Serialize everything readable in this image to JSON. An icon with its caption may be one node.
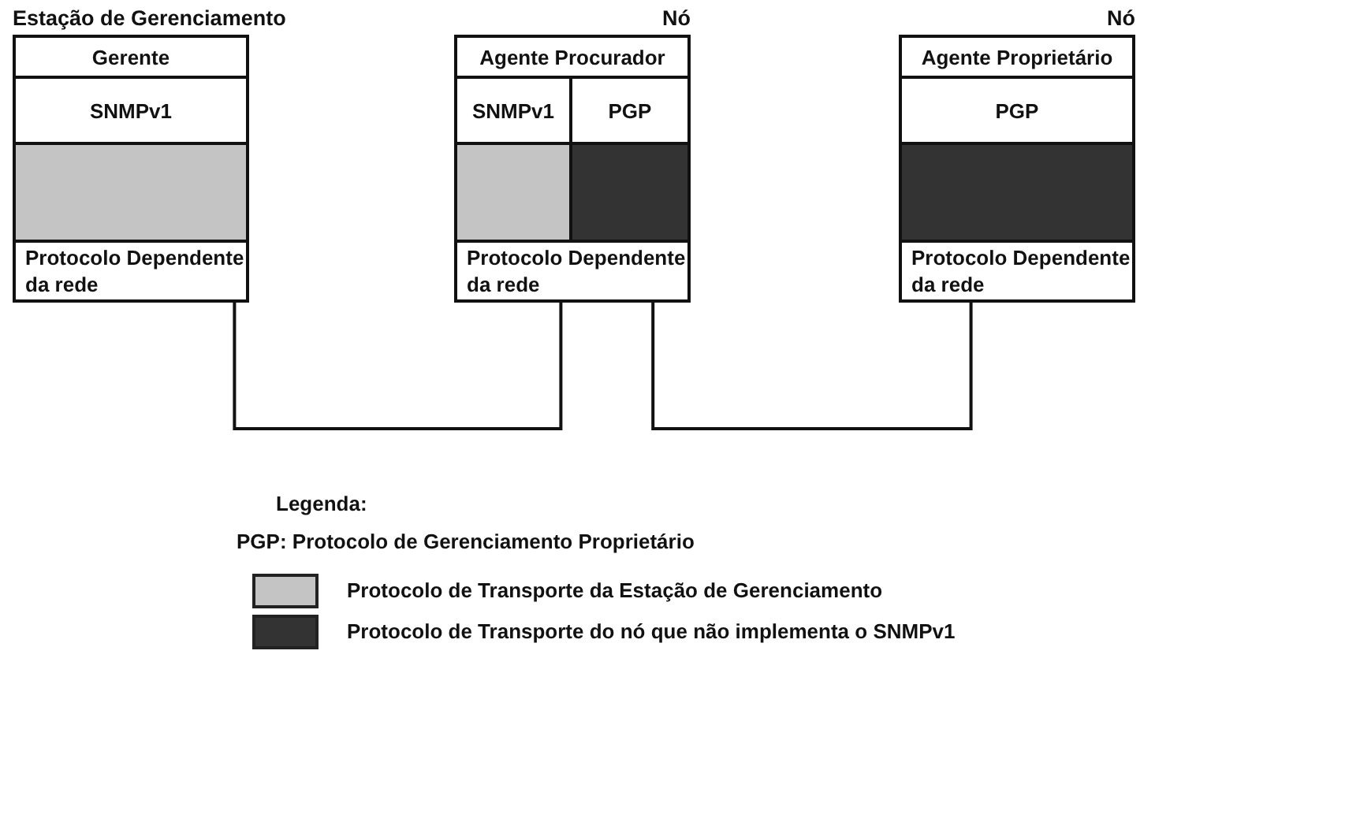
{
  "diagram": {
    "nodes": [
      {
        "text": [
          "Estação de Gerenciamento"
        ]
      },
      {
        "text": [
          "Gerente"
        ],
        "in": 0
      },
      {
        "text": [
          "SNMPv1"
        ],
        "in": 0
      },
      {
        "text": [],
        "shape": "box",
        "in": 0
      },
      {
        "text": [
          "Protocolo Dependente da rede"
        ],
        "in": 0
      },
      {
        "text": [
          "Nó"
        ]
      },
      {
        "text": [
          "Agente Procurador"
        ],
        "in": 5
      },
      {
        "text": [
          "SNMPv1"
        ],
        "in": 5
      },
      {
        "text": [
          "PGP"
        ],
        "in": 5
      },
      {
        "text": [],
        "shape": "box",
        "in": 5
      },
      {
        "text": [],
        "shape": "box",
        "in": 5
      },
      {
        "text": [
          "Protocolo Dependente da rede"
        ],
        "in": 5
      },
      {
        "text": [
          "Nó"
        ]
      },
      {
        "text": [
          "Agente Proprietário"
        ],
        "in": 12
      },
      {
        "text": [
          "PGP"
        ],
        "in": 12
      },
      {
        "text": [],
        "shape": "box",
        "in": 12
      },
      {
        "text": [
          "Protocolo Dependente da rede"
        ],
        "in": 12
      }
    ],
    "edges": [
      {
        "from": 4,
        "to": 11,
        "arrow": "none"
      },
      {
        "from": 11,
        "to": 16,
        "arrow": "none"
      }
    ],
    "labels": [
      "Legenda:",
      "PGP: Protocolo de Gerenciamento Proprietário"
    ],
    "legend": [
      {
        "text": "Protocolo de Transporte da Estação de Gerenciamento",
        "color": "#c4c4c4"
      },
      {
        "text": "Protocolo de Transporte do nó que não implementa o SNMPv1",
        "color": "#333333"
      }
    ]
  }
}
